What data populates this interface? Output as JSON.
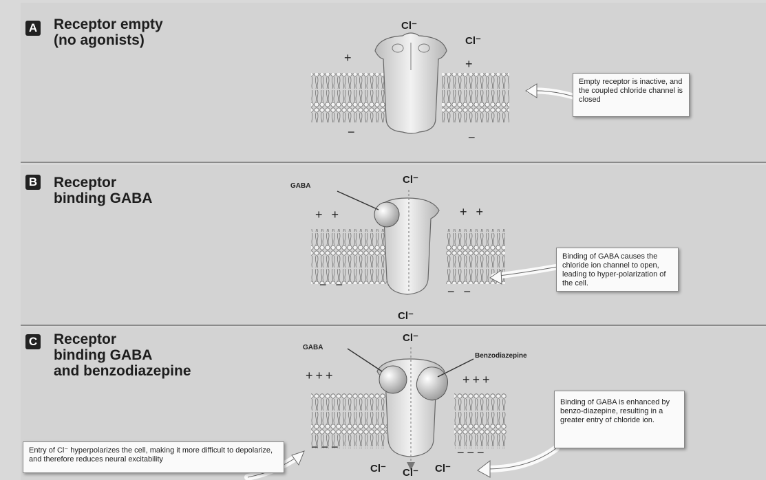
{
  "panels": {
    "a": {
      "badge": "A",
      "title_line1": "Receptor empty",
      "title_line2": "(no agonists)",
      "ion_top_left": "Cl⁻",
      "ion_top_right": "Cl⁻",
      "charge_left_top": "+",
      "charge_right_top": "+",
      "charge_left_bottom": "−",
      "charge_right_bottom": "−",
      "callout": "Empty receptor is inactive, and the coupled chloride channel is closed"
    },
    "b": {
      "badge": "B",
      "title_line1": "Receptor",
      "title_line2": "binding GABA",
      "gaba_label": "GABA",
      "ion_top": "Cl⁻",
      "ion_bottom": "Cl⁻",
      "charge_left_top": "+ +",
      "charge_right_top": "+ +",
      "charge_left_bottom": "− −",
      "charge_right_bottom": "− −",
      "callout": "Binding of GABA causes the chloride ion channel to open, leading to hyper-polarization of the cell."
    },
    "c": {
      "badge": "C",
      "title_line1": "Receptor",
      "title_line2": "binding GABA",
      "title_line3": "and benzodiazepine",
      "gaba_label": "GABA",
      "benzo_label": "Benzodiazepine",
      "ion_top": "Cl⁻",
      "ion_bottom_1": "Cl⁻",
      "ion_bottom_2": "Cl⁻",
      "ion_bottom_3": "Cl⁻",
      "charge_left_top": "+++",
      "charge_right_top": "+++",
      "charge_left_bottom": "−−−",
      "charge_right_bottom": "−−−",
      "callout_right": "Binding of GABA is enhanced by benzo-diazepine, resulting in a greater entry of chloride ion.",
      "callout_left": "Entry of Cl⁻ hyperpolarizes the cell, making it more difficult to depolarize, and therefore reduces neural excitability"
    }
  }
}
